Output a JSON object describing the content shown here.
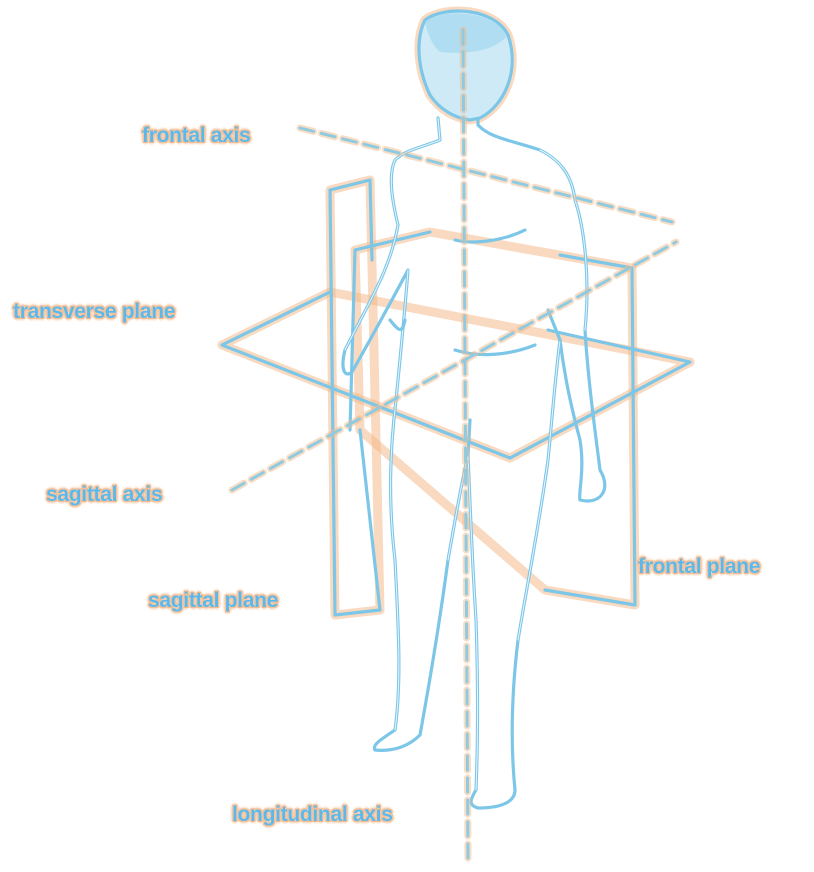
{
  "labels": {
    "frontal_axis": "frontal axis",
    "transverse_plane": "transverse plane",
    "sagittal_axis": "sagittal axis",
    "sagittal_plane": "sagittal plane",
    "frontal_plane": "frontal plane",
    "longitudinal_axis": "longitudinal axis"
  },
  "colors": {
    "outline": "#7cc6e8",
    "glow": "#f4b98a",
    "head_fill": "#cfeaf7",
    "label_text": "#5bb8e8"
  }
}
